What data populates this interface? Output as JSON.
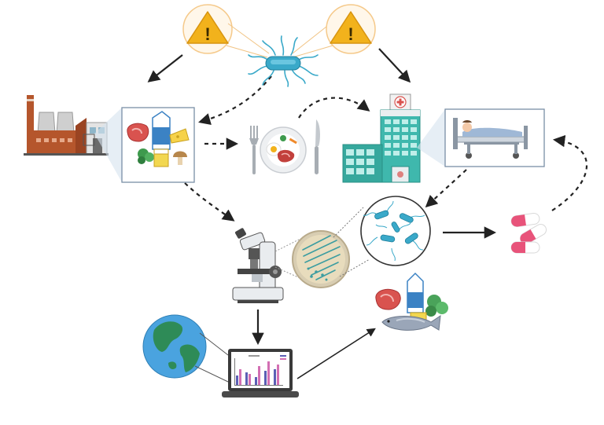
{
  "diagram": {
    "nodes": [
      {
        "id": "warning-left",
        "icon": "warning-icon",
        "label": "!"
      },
      {
        "id": "warning-right",
        "icon": "warning-icon",
        "label": "!"
      },
      {
        "id": "bacterium",
        "icon": "bacterium-icon"
      },
      {
        "id": "factory",
        "icon": "factory-icon"
      },
      {
        "id": "food-products",
        "icon": "food-products-icon"
      },
      {
        "id": "meal",
        "icon": "meal-plate-icon"
      },
      {
        "id": "hospital",
        "icon": "hospital-icon"
      },
      {
        "id": "patient",
        "icon": "patient-bed-icon"
      },
      {
        "id": "microscope",
        "icon": "microscope-icon"
      },
      {
        "id": "petri-dish",
        "icon": "petri-dish-icon"
      },
      {
        "id": "bacteria-culture",
        "icon": "bacteria-culture-icon"
      },
      {
        "id": "capsules",
        "icon": "capsule-pills-icon"
      },
      {
        "id": "globe",
        "icon": "globe-icon"
      },
      {
        "id": "laptop",
        "icon": "laptop-chart-icon"
      },
      {
        "id": "safe-food",
        "icon": "safe-food-icon"
      }
    ],
    "edges": [
      {
        "from": "warning-left",
        "to": "factory",
        "style": "solid"
      },
      {
        "from": "warning-right",
        "to": "hospital",
        "style": "solid"
      },
      {
        "from": "bacterium",
        "to": "food-products",
        "style": "dashed"
      },
      {
        "from": "food-products",
        "to": "meal",
        "style": "dashed"
      },
      {
        "from": "meal",
        "to": "hospital",
        "style": "dashed"
      },
      {
        "from": "food-products",
        "to": "microscope",
        "style": "dashed"
      },
      {
        "from": "patient",
        "to": "bacteria-culture",
        "style": "dashed"
      },
      {
        "from": "bacteria-culture",
        "to": "capsules",
        "style": "solid"
      },
      {
        "from": "capsules",
        "to": "patient",
        "style": "dashed"
      },
      {
        "from": "microscope",
        "to": "laptop",
        "style": "solid"
      },
      {
        "from": "laptop",
        "to": "safe-food",
        "style": "solid"
      }
    ],
    "colors": {
      "warning_fill": "#f2b21c",
      "warning_ring": "#f5c98a",
      "bacterium": "#3aa9c9",
      "factory": "#b5562c",
      "meat": "#d9534f",
      "milk": "#3b82c4",
      "hospital": "#3fb8ad",
      "capsule": "#e8537a",
      "globe_water": "#4aa3df",
      "globe_land": "#2e8b57",
      "arrow": "#222222"
    }
  }
}
